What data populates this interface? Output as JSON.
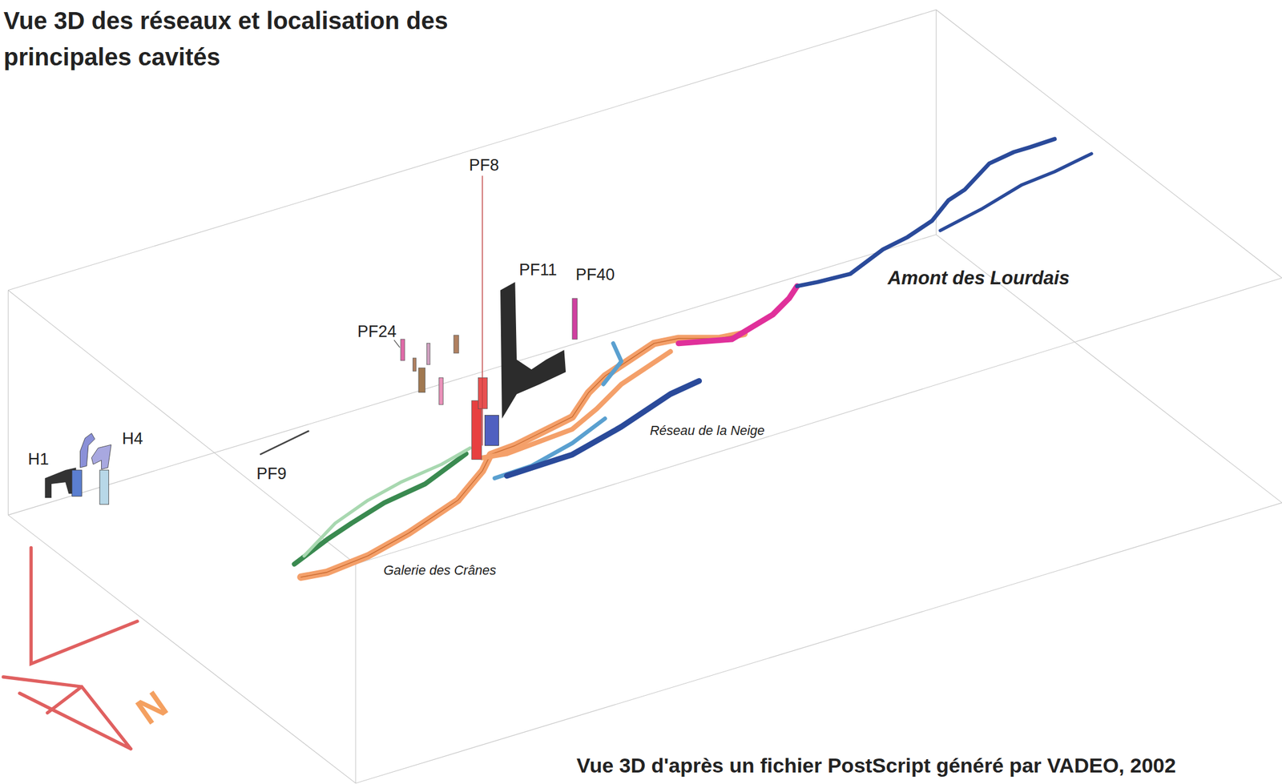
{
  "diagram": {
    "title": "Vue 3D des réseaux et localisation des principales cavités",
    "caption": "Vue 3D d'après un fichier PostScript généré par VADEO, 2002",
    "labels": [
      "PF8",
      "PF11",
      "PF40",
      "PF24",
      "H1",
      "H4",
      "PF9",
      "Amont des Lourdais",
      "Réseau de la Neige",
      "Galerie des Crânes",
      "N"
    ]
  }
}
